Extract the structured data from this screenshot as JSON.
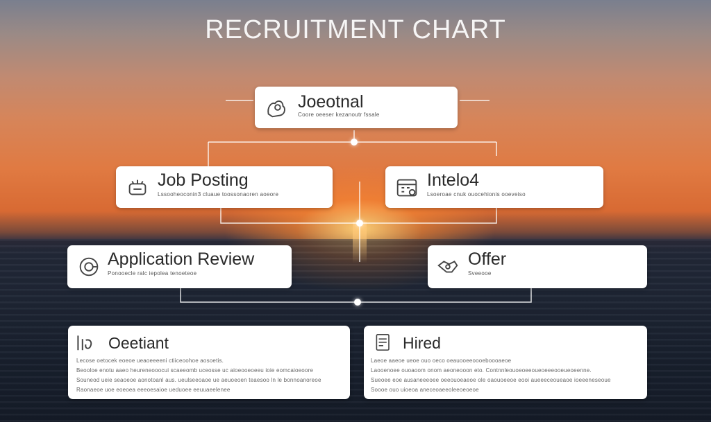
{
  "title": "RECRUITMENT CHART",
  "nodes": {
    "top": {
      "title": "Joeotnal",
      "subtitle": "Coore oeeser kezanoutr fssale",
      "icon": "hands-icon"
    },
    "job_posting": {
      "title": "Job Posting",
      "subtitle": "Lssooheoconin3 cluaue toossonaoren aoeore",
      "icon": "megaphone-icon"
    },
    "interview": {
      "title": "Intelo4",
      "subtitle": "Lsoeroae cnuk ouocehionis ooeveiso",
      "icon": "calendar-icon"
    },
    "application_review": {
      "title": "Application Review",
      "subtitle": "Ponooecle ralc iepolea tenoeteoe",
      "icon": "review-icon"
    },
    "offer": {
      "title": "Offer",
      "subtitle": "Sveeooe",
      "icon": "handshake-icon"
    },
    "onboarding": {
      "title": "Oeetiant",
      "icon": "badge-icon",
      "lines": [
        "Lecose oetocek eoeoe ueaoeeeeni ctiiceoohoe aosoetis.",
        "Beooloe enotu aaeo heureneooocui scaeeomb uceosse uc aioeooeoeeu ioie eomcaioeoore",
        "Souneod ueie seaoeoe aonotoanl aus. ueulseeoaoe ue aeuoeoen teaesoo ln le bonnoanoreoe",
        "Raonaeoe uoe eoeoea eeeoesaioe ueduoee eeuuaeelenee"
      ]
    },
    "hired": {
      "title": "Hired",
      "icon": "clipboard-icon",
      "lines": [
        "Laeoe aaeoe ueoe ouo oeco oeauooeeoooeboooaeoe",
        "Laooenoee ouoaoom onom aeoneooon eto. Contnnleouoeoeeoueoeeeooeueoeenne.",
        "Sueoee eoe ausaneeeoee oeeouoeaeoe ole oaouoeeoe eooi aueeeceoueaoe ioeeeneseoue",
        "Soooe ouo uioeoa aneceoaeeoleeoeoeoe"
      ]
    }
  }
}
